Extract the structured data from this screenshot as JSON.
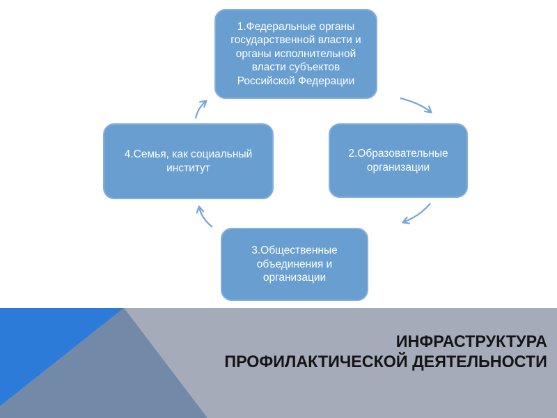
{
  "slide": {
    "diagram": {
      "type": "cycle",
      "nodes": [
        {
          "position": "top",
          "label": "1.Федеральные органы государственной власти и органы исполнительной власти субъектов Российской Федерации"
        },
        {
          "position": "right",
          "label": "2.Образовательные организации"
        },
        {
          "position": "bottom",
          "label": "3.Общественные объединения и организации"
        },
        {
          "position": "left",
          "label": "4.Семья, как социальный институт"
        }
      ],
      "arrows": [
        {
          "from": 1,
          "to": 2
        },
        {
          "from": 2,
          "to": 3
        },
        {
          "from": 3,
          "to": 4
        },
        {
          "from": 4,
          "to": 1
        }
      ]
    },
    "footer": {
      "title_lines": [
        "ИНФРАСТРУКТУРА",
        "ПРОФИЛАКТИЧЕСКОЙ ДЕЯТЕЛЬНОСТИ"
      ]
    },
    "colors": {
      "node_fill": "#699ED1",
      "node_border": "#85AFDA",
      "node_text": "#FFFFFF",
      "arrow": "#7AA7D6",
      "band_gray": "#A5ABB8",
      "triangle_blue": "#2C7BD9",
      "triangle_slate": "#7389A8",
      "title_text": "#141414",
      "background": "#FFFFFF"
    }
  }
}
